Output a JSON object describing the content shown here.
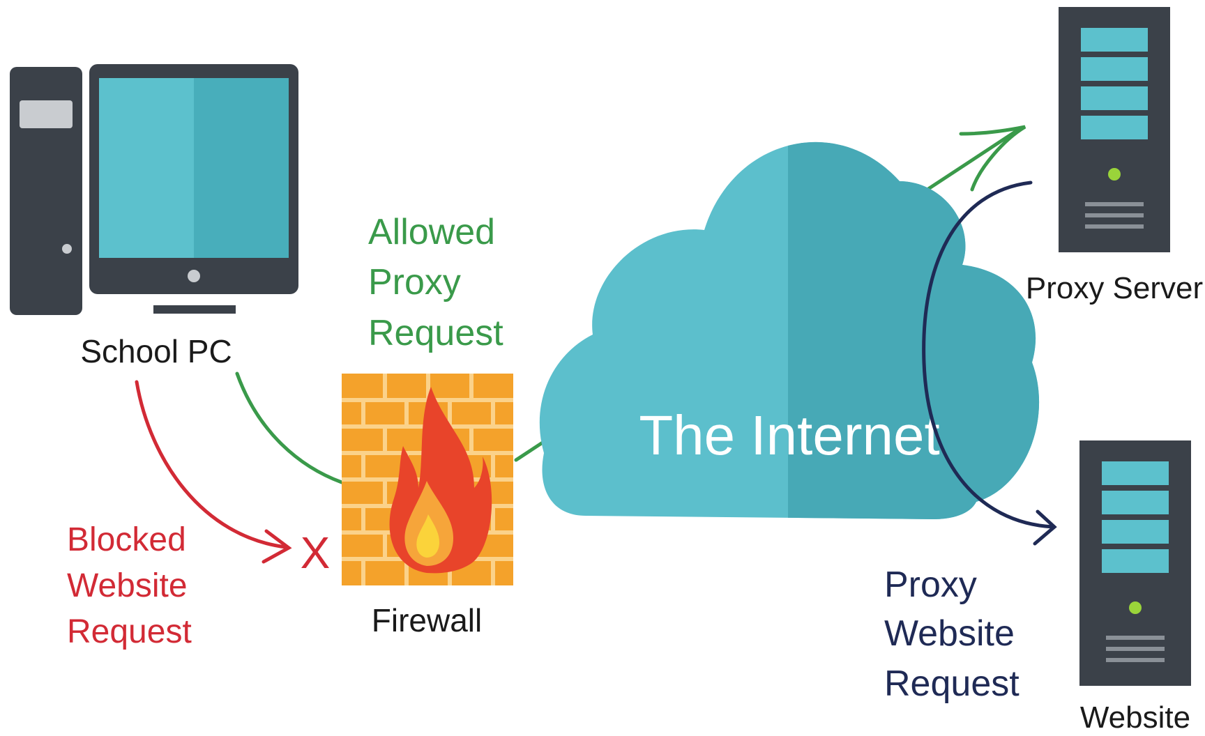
{
  "labels": {
    "school_pc": "School PC",
    "allowed": [
      "Allowed",
      "Proxy",
      "Request"
    ],
    "blocked": [
      "Blocked",
      "Website",
      "Request"
    ],
    "blocked_mark": "X",
    "firewall": "Firewall",
    "internet": "The Internet",
    "proxy_server": "Proxy Server",
    "proxy_website": [
      "Proxy",
      "Website",
      "Request"
    ],
    "website": "Website"
  },
  "colors": {
    "allowed": "#3a9a4a",
    "blocked": "#d22a35",
    "proxy_website": "#1f2a55",
    "cloud_light": "#5cbfcc",
    "cloud_dark": "#47a9b6",
    "firewall_brick": "#f4a22b",
    "flame": "#e8442a",
    "server_body": "#3b4149",
    "screen": "#5cc1cd"
  },
  "icons": [
    "desktop-computer-icon",
    "firewall-icon",
    "flame-icon",
    "cloud-icon",
    "server-icon"
  ]
}
